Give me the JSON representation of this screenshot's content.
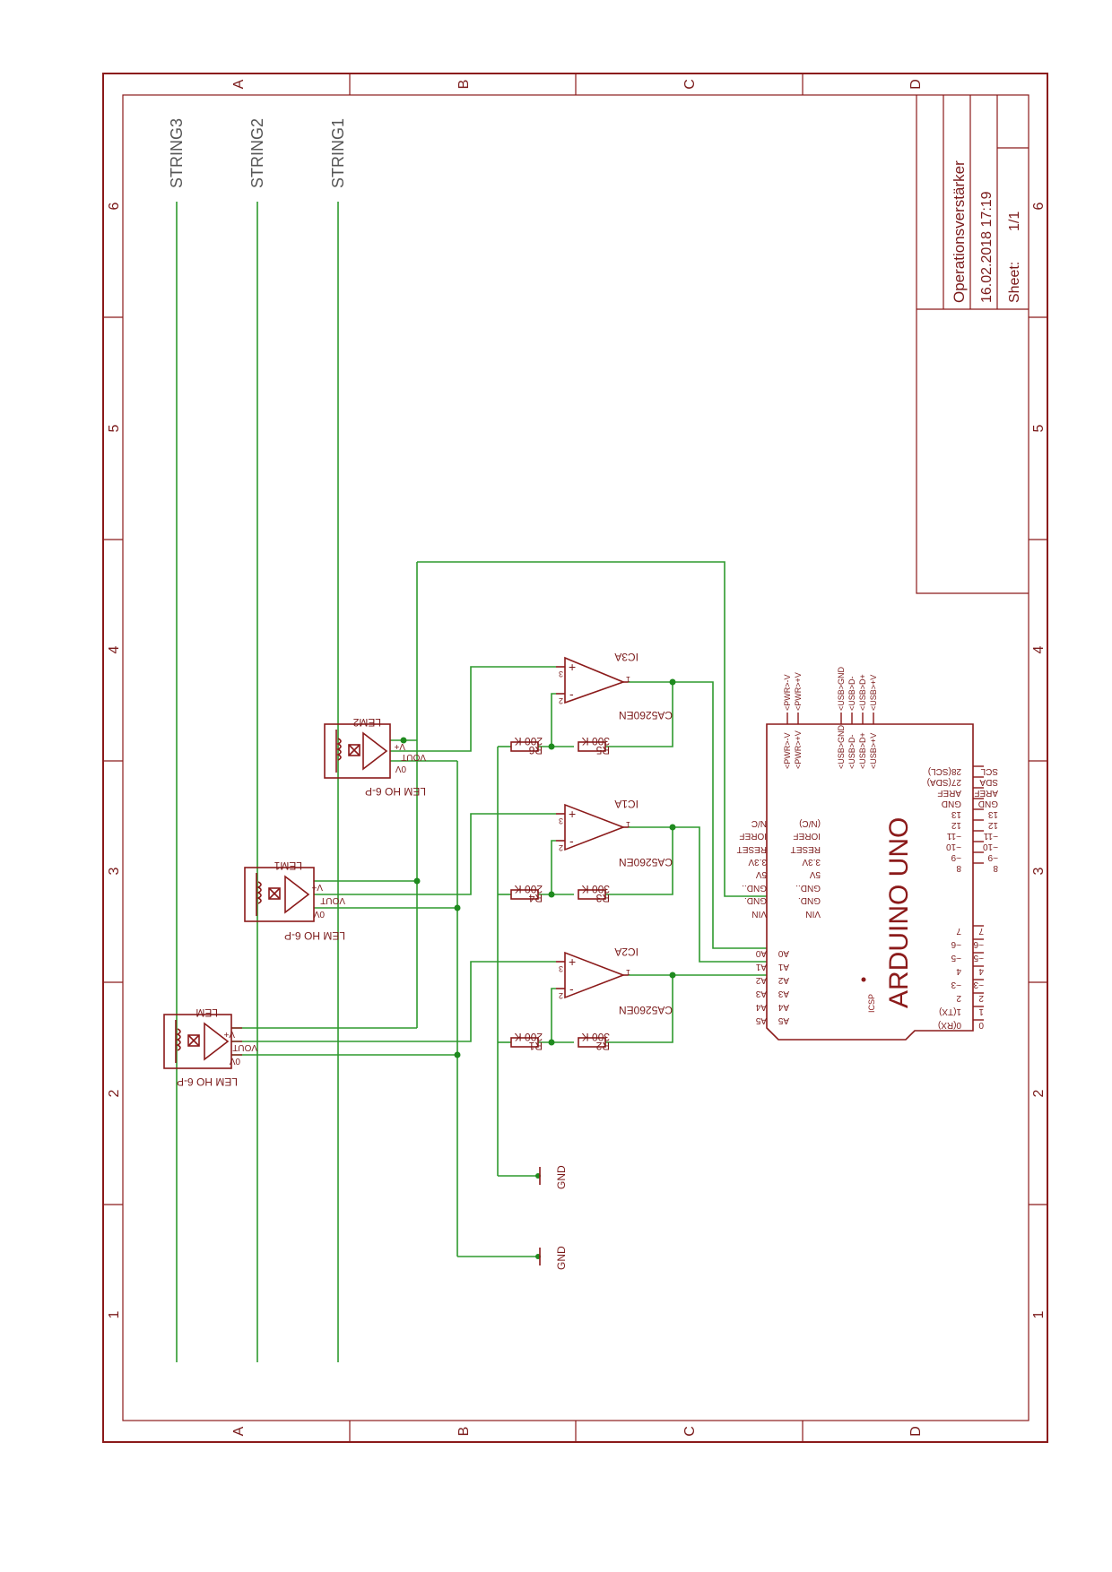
{
  "frame": {
    "rows": [
      "A",
      "B",
      "C",
      "D"
    ],
    "cols": [
      "1",
      "2",
      "3",
      "4",
      "5",
      "6"
    ]
  },
  "title_block": {
    "title": "Operationsverstärker",
    "date": "16.02.2018 17:19",
    "sheet_label": "Sheet:",
    "sheet_value": "1/1"
  },
  "nets": {
    "string1": "STRING1",
    "string2": "STRING2",
    "string3": "STRING3",
    "gnd1": "GND",
    "gnd2": "GND"
  },
  "lem": [
    {
      "name": "LEM",
      "value": "LEM HO 6-P",
      "pins": {
        "vp": "V+",
        "vout": "VOUT",
        "v0": "0V"
      }
    },
    {
      "name": "LEM1",
      "value": "LEM HO 6-P",
      "pins": {
        "vp": "V+",
        "vout": "VOUT",
        "v0": "0V"
      }
    },
    {
      "name": "LEM2",
      "value": "LEM HO 6-P",
      "pins": {
        "vp": "V+",
        "vout": "VOUT",
        "v0": "0V"
      }
    }
  ],
  "opamps": [
    {
      "name": "IC2A",
      "value": "CA5260EN",
      "p3": "3",
      "p2": "2",
      "p1": "1"
    },
    {
      "name": "IC1A",
      "value": "CA5260EN",
      "p3": "3",
      "p2": "2",
      "p1": "1"
    },
    {
      "name": "IC3A",
      "value": "CA5260EN",
      "p3": "3",
      "p2": "2",
      "p1": "1"
    }
  ],
  "resistors": [
    {
      "name": "R1",
      "value": "200 K"
    },
    {
      "name": "R2",
      "value": "300 K"
    },
    {
      "name": "R4",
      "value": "200 K"
    },
    {
      "name": "R3",
      "value": "300 K"
    },
    {
      "name": "R6",
      "value": "200 K"
    },
    {
      "name": "R5",
      "value": "300 K"
    }
  ],
  "arduino": {
    "title": "ARDUINO UNO",
    "icsp": "ICSP",
    "left_pins": [
      "N/C",
      "IOREF",
      "RESET",
      "3.3V",
      "5V",
      "GND..",
      "GND.",
      "VIN"
    ],
    "left_inner": [
      "(N/C)",
      "IOREF",
      "RESET",
      "3.3V",
      "5V",
      "GND..",
      "GND.",
      "VIN"
    ],
    "analog_pins": [
      "A0",
      "A1",
      "A2",
      "A3",
      "A4",
      "A5"
    ],
    "analog_inner": [
      "A0",
      "A1",
      "A2",
      "A3",
      "A4",
      "A5"
    ],
    "top_pins": [
      "<PWR>-V",
      "<PWR>+V",
      "<USB>GND",
      "<USB>D-",
      "<USB>D+",
      "<USB>+V"
    ],
    "top_inner": [
      "<PWR>-V",
      "<PWR>+V",
      "<USB>GND",
      "<USB>D-",
      "<USB>D+",
      "<USB>+V"
    ],
    "right_upper_pins": [
      "SCL",
      "SDA",
      "AREF",
      "GND",
      "13",
      "12",
      "~11",
      "~10",
      "~9",
      "8"
    ],
    "right_upper_inner": [
      "28(SCL)",
      "27(SDA)",
      "AREF",
      "GND",
      "13",
      "12",
      "~11",
      "~10",
      "~9",
      "8"
    ],
    "right_lower_pins": [
      "7",
      "~6",
      "~5",
      "4",
      "~3",
      "2",
      "1",
      "0"
    ],
    "right_lower_inner": [
      "7",
      "~6",
      "~5",
      "4",
      "~3",
      "2",
      "1(TX)",
      "0(RX)"
    ]
  }
}
